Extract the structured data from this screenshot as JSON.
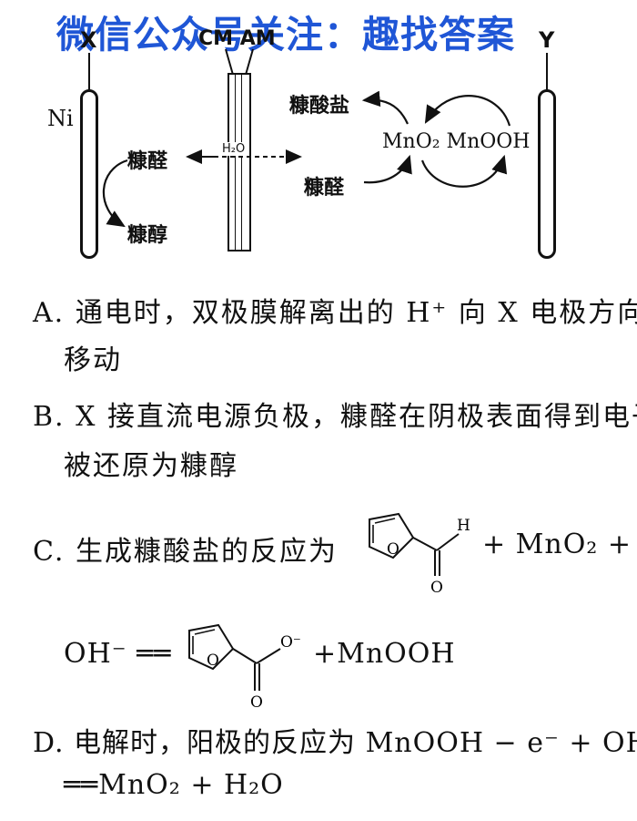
{
  "watermark": "微信公众号关注：趣找答案",
  "diagram": {
    "x_label": "X",
    "y_label": "Y",
    "membrane_label": "CM AM",
    "ni_label": "Ni",
    "furfural_left": "糠醛",
    "furfuryl_alcohol": "糠醇",
    "water_label": "H₂O",
    "furoate_salt": "糠酸盐",
    "mediator": "MnO₂ MnOOH",
    "furfural_right": "糠醛"
  },
  "options": {
    "a_line1": "A. 通电时，双极膜解离出的 H⁺ 向 X 电极方向",
    "a_line2": "移动",
    "b_line1": "B. X 接直流电源负极，糠醛在阴极表面得到电子",
    "b_line2": "被还原为糠醇",
    "c_line1_prefix": "C. 生成糠酸盐的反应为",
    "c_line1_suffix": "+ MnO₂ +",
    "c_line2_prefix": "OH⁻ ══",
    "c_line2_suffix": "+MnOOH",
    "d_line1": "D. 电解时，阳极的反应为 MnOOH − e⁻ + OH⁻",
    "d_line2": "══MnO₂ + H₂O"
  },
  "chem": {
    "ring_o": "O",
    "aldehyde_h": "H",
    "carbonyl_o": "O",
    "carboxylate_o": "O⁻"
  }
}
